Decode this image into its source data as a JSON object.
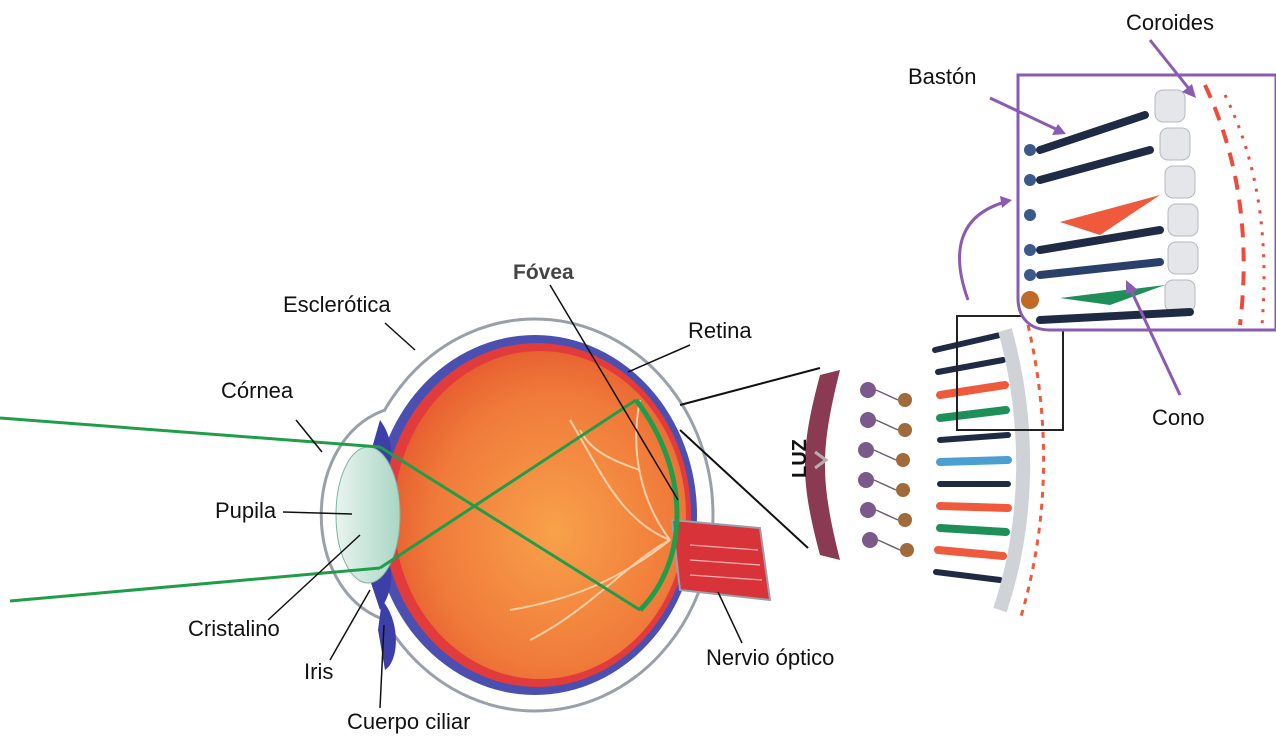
{
  "labels": {
    "cornea": "Córnea",
    "pupila": "Pupila",
    "cristalino": "Cristalino",
    "iris": "Iris",
    "cuerpo_ciliar": "Cuerpo ciliar",
    "esclerotica": "Esclerótica",
    "fovea": "Fóvea",
    "retina": "Retina",
    "nervio_optico": "Nervio óptico",
    "luz": "LUZ",
    "baston": "Bastón",
    "coroides": "Coroides",
    "cono": "Cono"
  },
  "colors": {
    "light_ray": "#1f9e4a",
    "eye_interior": "#f07a3a",
    "sclera_outline": "#8f95a0",
    "choroid_band": "#4a4fb0",
    "leader_line": "#111111",
    "accent_purple": "#8a5bb0",
    "cone_red": "#ef5a3c",
    "cone_green": "#1f8f5a",
    "cone_blue": "#4a9fd0",
    "rod_dark": "#1f2a44",
    "nerve_red": "#d9333a"
  }
}
